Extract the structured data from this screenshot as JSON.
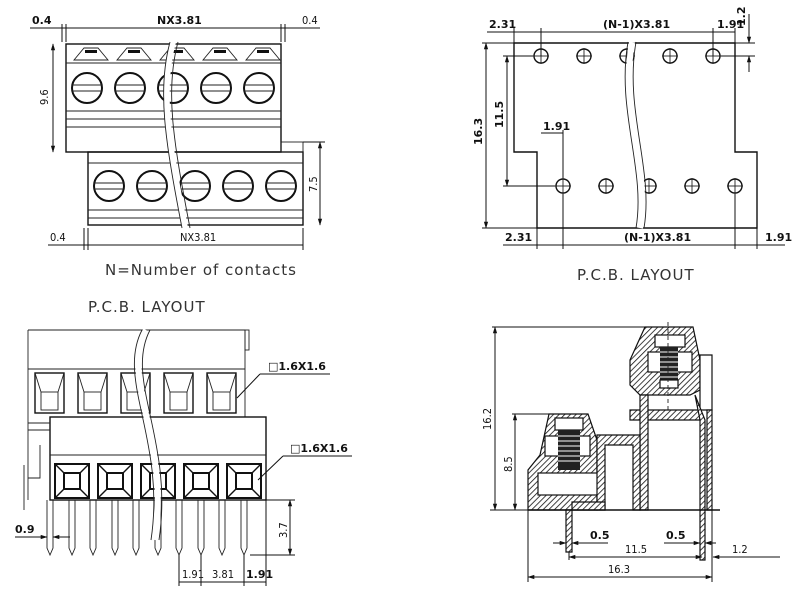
{
  "drawing": {
    "title": "Pluggable terminal block, pitch 3.81 mm",
    "pitch": "3.81",
    "contacts_shown": 5,
    "views": {
      "top_left": {
        "name": "front-view",
        "dims": {
          "left_offset": "0.4",
          "top_span": "NX3.81",
          "right_offset": "0.4",
          "height_plug": "9.6",
          "height_header": "7.5",
          "bottom_offset": "0.4",
          "bottom_span": "NX3.81"
        },
        "caption": "N=Number of contacts"
      },
      "top_right": {
        "name": "pcb-layout",
        "dims": {
          "top_left_offset": "2.31",
          "top_span": "(N-1)X3.81",
          "top_right_offset": "1.91",
          "top_right_edge": "1.2",
          "total_height": "16.3",
          "row_distance": "11.5",
          "row_offset": "1.91",
          "bottom_left_offset": "2.31",
          "bottom_span": "(N-1)X3.81",
          "bottom_right_offset": "1.91"
        },
        "caption": "P.C.B. LAYOUT"
      },
      "bottom_left": {
        "name": "pcb-layout-side",
        "header_caption": "P.C.B. LAYOUT",
        "dims": {
          "upper_pin_square": "□1.6X1.6",
          "lower_pin_square": "□1.6X1.6",
          "pin_width": "0.9",
          "pin_length": "3.7",
          "offset_a": "1.91",
          "pitch": "3.81",
          "offset_b": "1.91"
        }
      },
      "bottom_right": {
        "name": "section-view",
        "dims": {
          "total_height": "16.2",
          "lower_height": "8.5",
          "pin_thickness_left": "0.5",
          "pin_thickness_right": "0.5",
          "pin_spacing": "11.5",
          "right_offset": "1.2",
          "total_depth": "16.3"
        }
      }
    }
  }
}
